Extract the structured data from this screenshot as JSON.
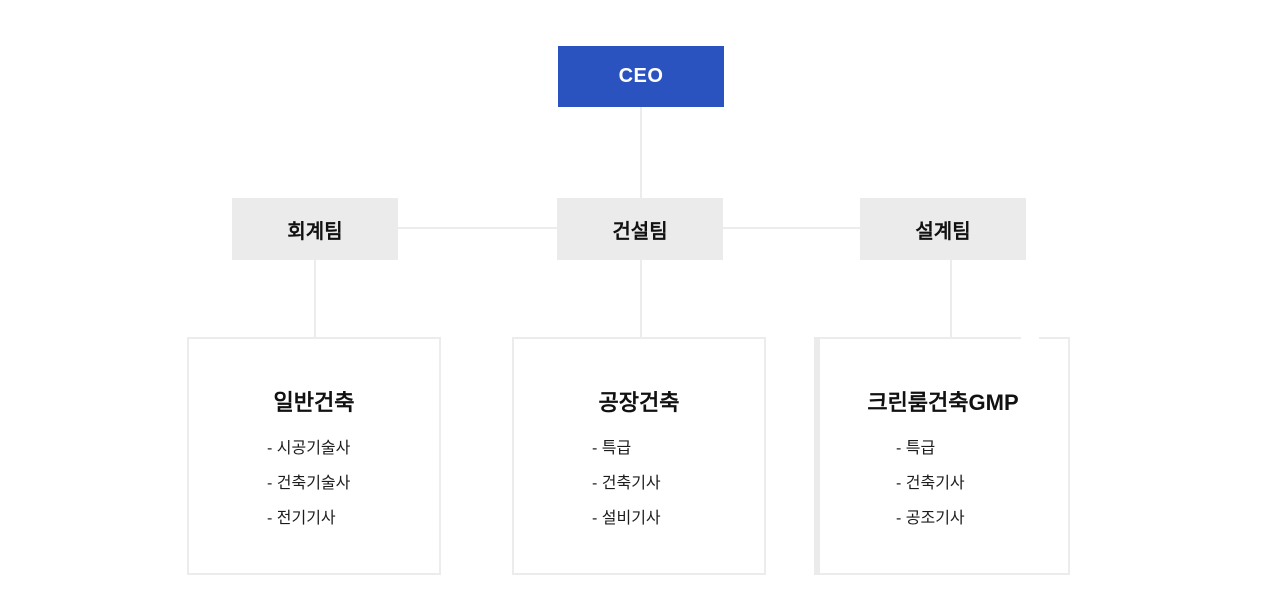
{
  "colors": {
    "accent": "#2B53C0",
    "team_fill": "#EBEBEB",
    "line": "#ECECEC",
    "border": "#ECECEC",
    "background": "#FFFFFF",
    "ceo_text": "#FFFFFF",
    "heading_text": "#111111",
    "body_text": "#1C1C1C"
  },
  "ceo": {
    "label": "CEO"
  },
  "teams": [
    {
      "label": "회계팀"
    },
    {
      "label": "건설팀"
    },
    {
      "label": "설계팀"
    }
  ],
  "departments": [
    {
      "title": "일반건축",
      "members": [
        "- 시공기술사",
        "- 건축기술사",
        "- 전기기사"
      ]
    },
    {
      "title": "공장건축",
      "members": [
        "- 특급",
        "- 건축기사",
        "- 설비기사"
      ]
    },
    {
      "title": "크린룸건축GMP",
      "members": [
        "- 특급",
        "- 건축기사",
        "- 공조기사"
      ]
    }
  ]
}
